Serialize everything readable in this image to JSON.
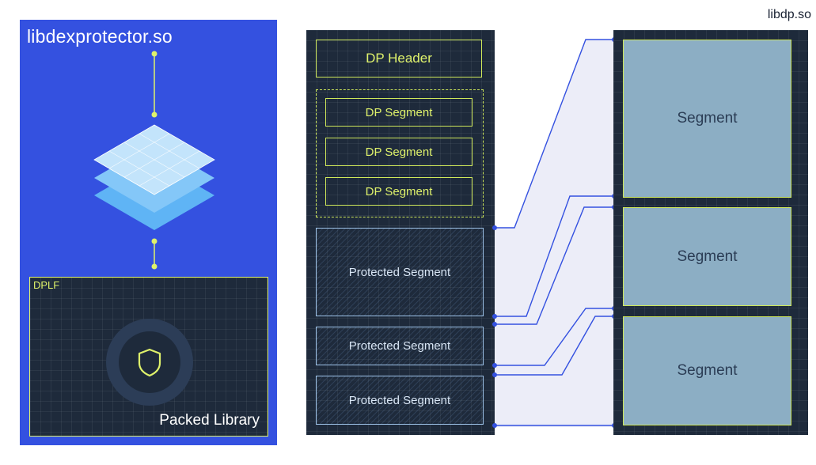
{
  "left_panel": {
    "title": "libdexprotector.so",
    "dplf_label": "DPLF",
    "packed_label": "Packed Library"
  },
  "middle": {
    "header": "DP Header",
    "dp_segments": [
      "DP Segment",
      "DP Segment",
      "DP Segment"
    ],
    "protected_segments": [
      "Protected Segment",
      "Protected Segment",
      "Protected Segment"
    ]
  },
  "right": {
    "title": "libdp.so",
    "segments": [
      "Segment",
      "Segment",
      "Segment"
    ]
  },
  "colors": {
    "panel_blue": "#3451e0",
    "dark_bg": "#1e2a3b",
    "accent_yellow": "#dff26b",
    "segment_fill": "#8caec4",
    "connector": "#3451e0"
  },
  "icons": [
    "layered-stack-icon",
    "shield-icon"
  ]
}
